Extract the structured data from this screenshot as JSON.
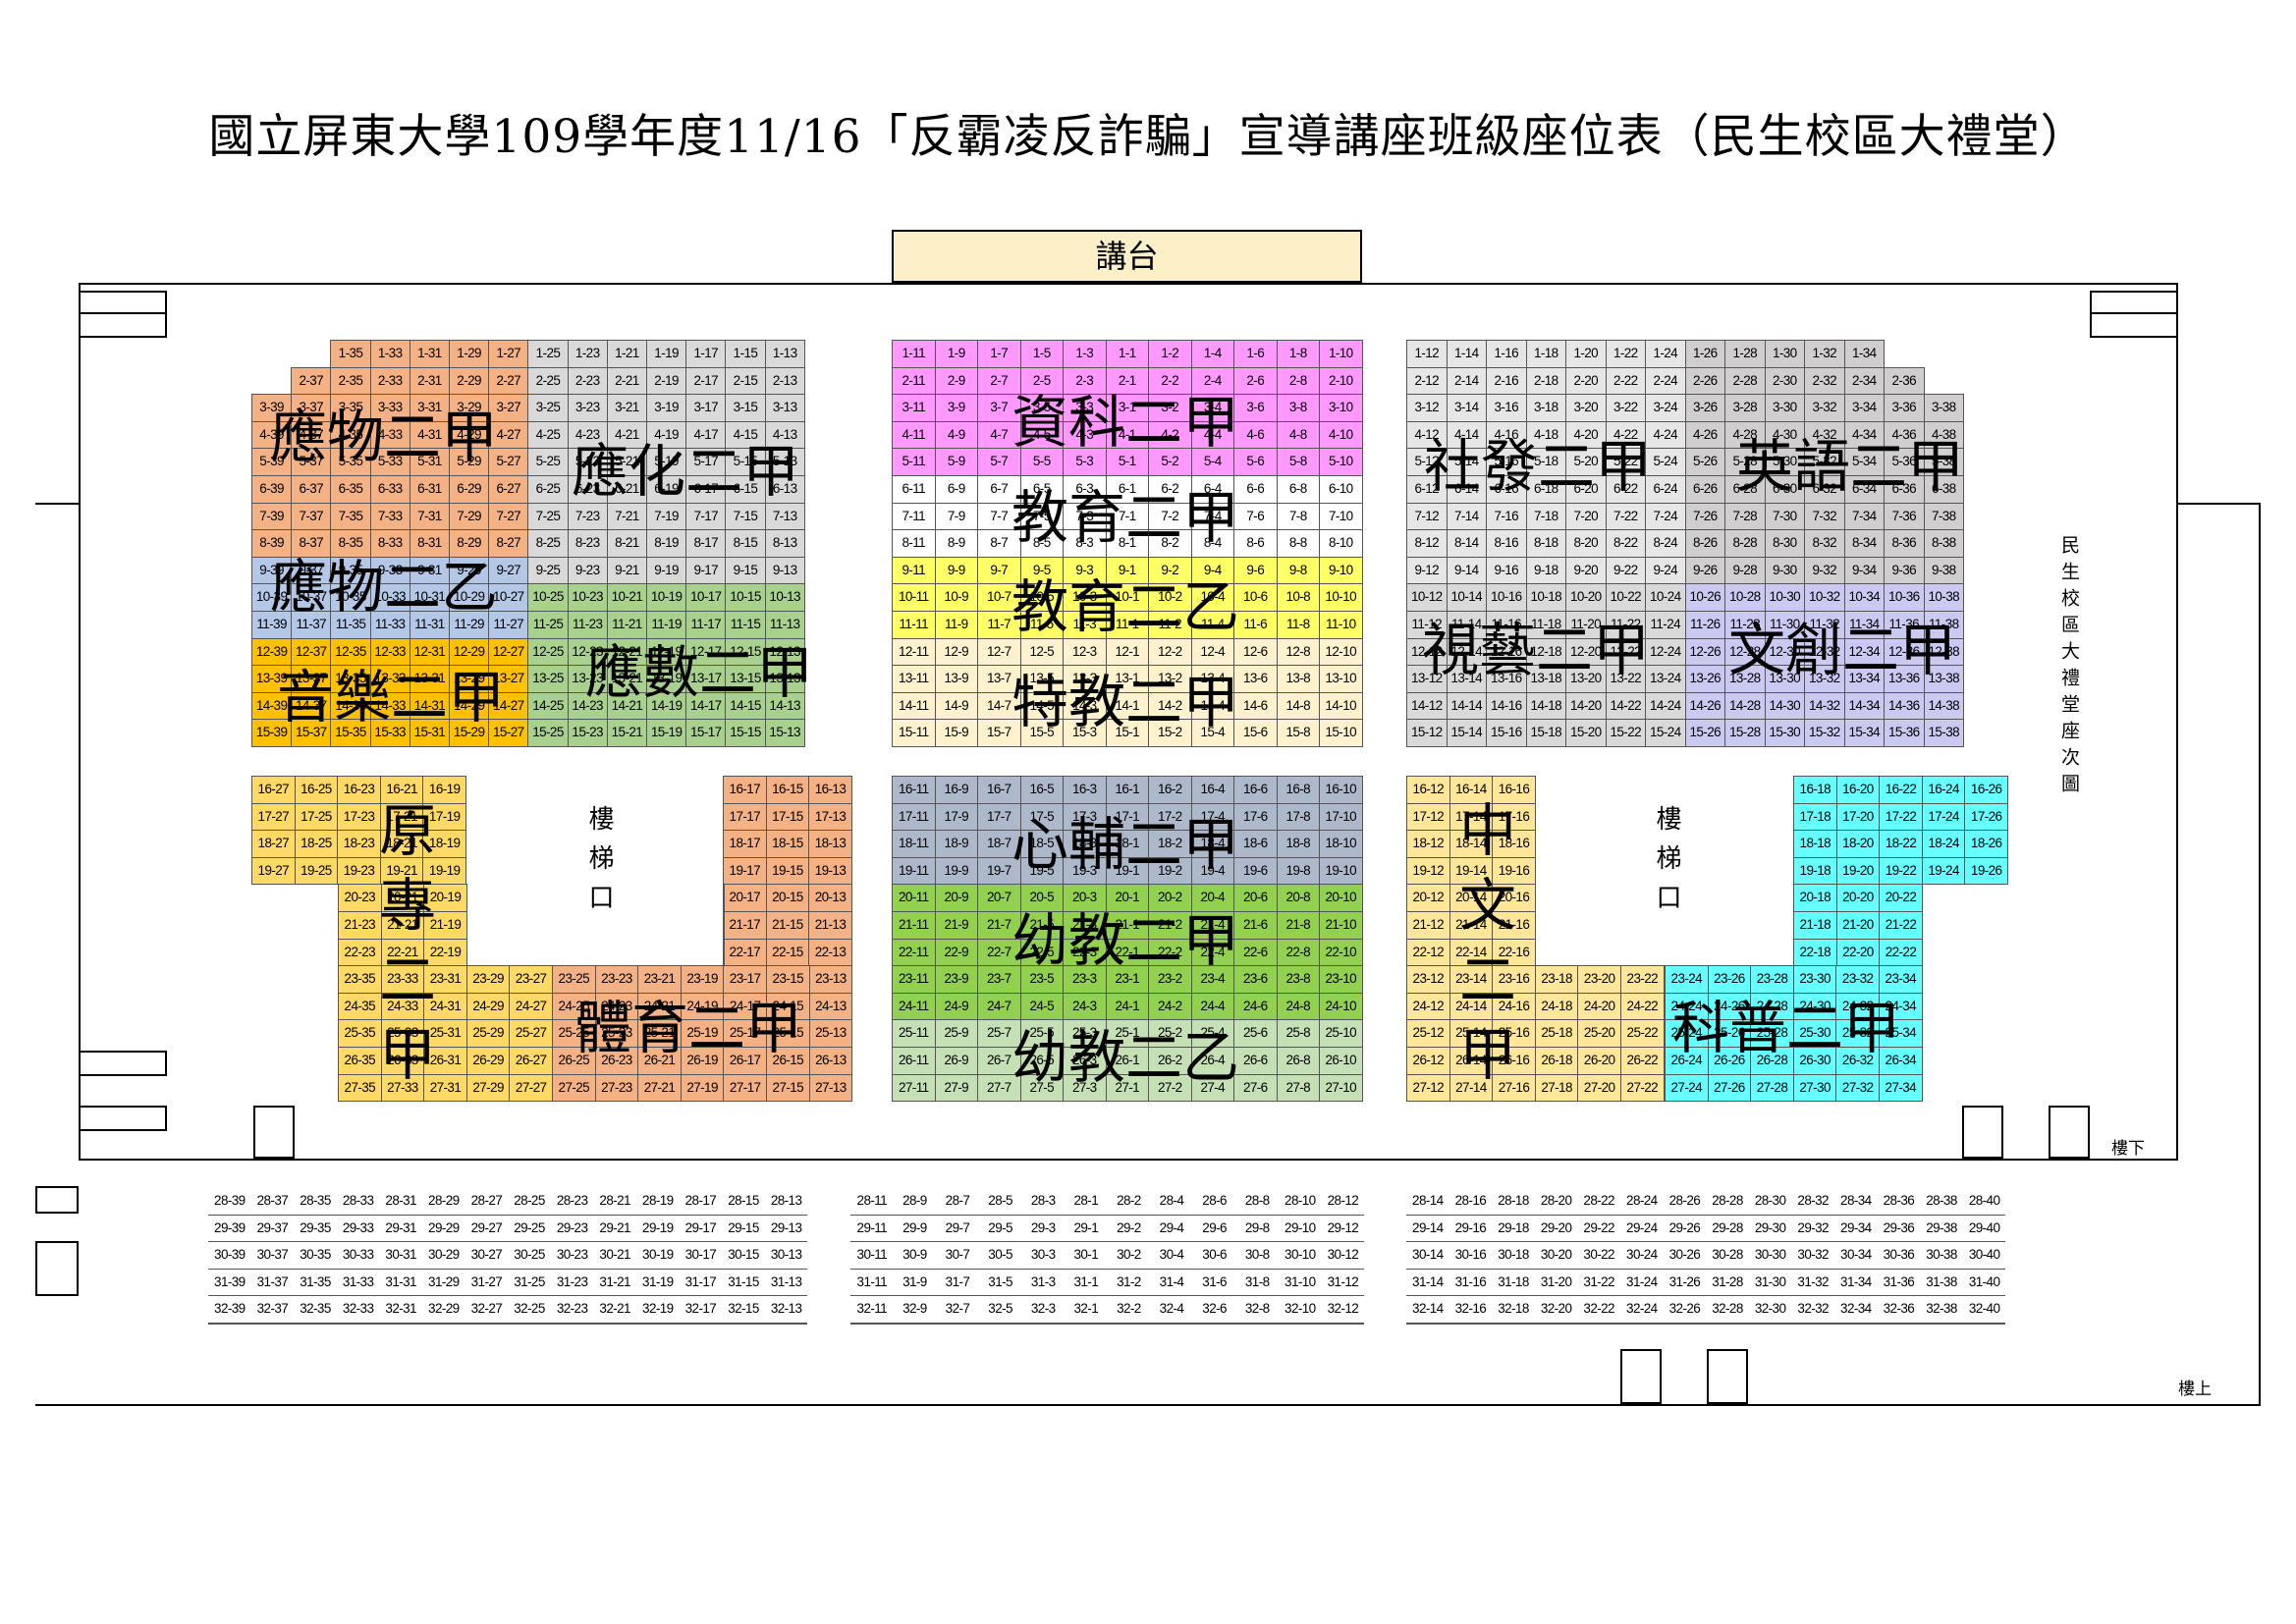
{
  "title": "國立屏東大學109學年度11/16「反霸凌反詐騙」宣導講座班級座位表（民生校區大禮堂）",
  "stage": "講台",
  "stairs_label": "樓梯口",
  "side_label": "民生校區大禮堂座次圖",
  "downstairs_label": "樓下",
  "upstairs_label": "樓上",
  "class_labels": {
    "yingwu2jia": "應物二甲",
    "yinghua2jia": "應化二甲",
    "yingwu2yi": "應物二乙",
    "yingshu2jia": "應數二甲",
    "yinyue2jia": "音樂二甲",
    "zike2jia": "資科二甲",
    "jiaoyu2jia": "教育二甲",
    "jiaoyu2yi": "教育二乙",
    "tejiao2jia": "特教二甲",
    "shefa2jia": "社發二甲",
    "yingyu2jia": "英語二甲",
    "shiyi2jia": "視藝二甲",
    "wenchuang2jia": "文創二甲",
    "yuanzhuan": "原專二甲",
    "tiyu2jia": "體育二甲",
    "xinfu2jia": "心輔二甲",
    "youjiao2jia": "幼教二甲",
    "youjiao2yi": "幼教二乙",
    "zhongwen2jia": "中文二甲",
    "kepu2jia": "科普二甲"
  },
  "colors": {
    "yingwu2jia": "#f4b183",
    "yinghua2jia": "#d9d9d9",
    "yingwu2yi": "#b4c7e7",
    "yingshu2jia": "#a9d18e",
    "yinyue2jia": "#ffc000",
    "zike2jia": "#ff99ff",
    "jiaoyu2yi": "#ffff66",
    "tejiao2jia": "#fff2cc",
    "shefa2jia": "#e7e6e6",
    "yingyu2jia": "#d0cece",
    "shiyi2jia": "#d9d9d9",
    "wenchuang2jia": "#c9c9f2",
    "yuanzhuan": "#ffd966",
    "tiyu2jia": "#f4b183",
    "xinfu2jia": "#adb9ca",
    "youjiao2jia": "#92d050",
    "youjiao2yi": "#c5e0b4",
    "zhongwen2jia": "#ffe699",
    "kepu2jia": "#66ffff",
    "empty": "#ffffff"
  },
  "seating_rule": {
    "left_block": "row-odd seats descending from left",
    "center_block": "odd seats left of center, even seats right of center",
    "right_block": "even seats ascending to right",
    "upper_rows": [
      1,
      15
    ],
    "lower_rows": [
      16,
      27
    ],
    "upstairs_rows": [
      28,
      32
    ]
  }
}
